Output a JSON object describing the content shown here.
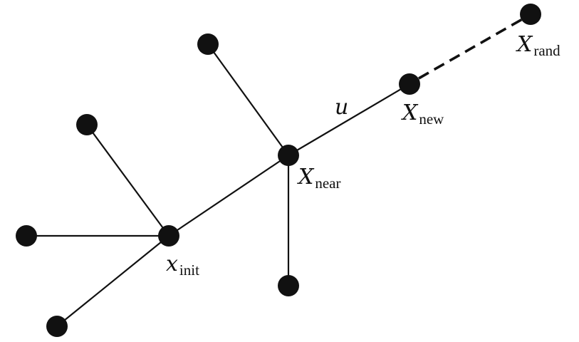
{
  "labels": {
    "x_init": {
      "main": "x",
      "sub": "init"
    },
    "x_near": {
      "main": "X",
      "sub": "near"
    },
    "x_new": {
      "main": "X",
      "sub": "new"
    },
    "x_rand": {
      "main": "X",
      "sub": "rand"
    },
    "control_input": "u"
  },
  "colors": {
    "ink": "#111111",
    "background": "#ffffff"
  }
}
